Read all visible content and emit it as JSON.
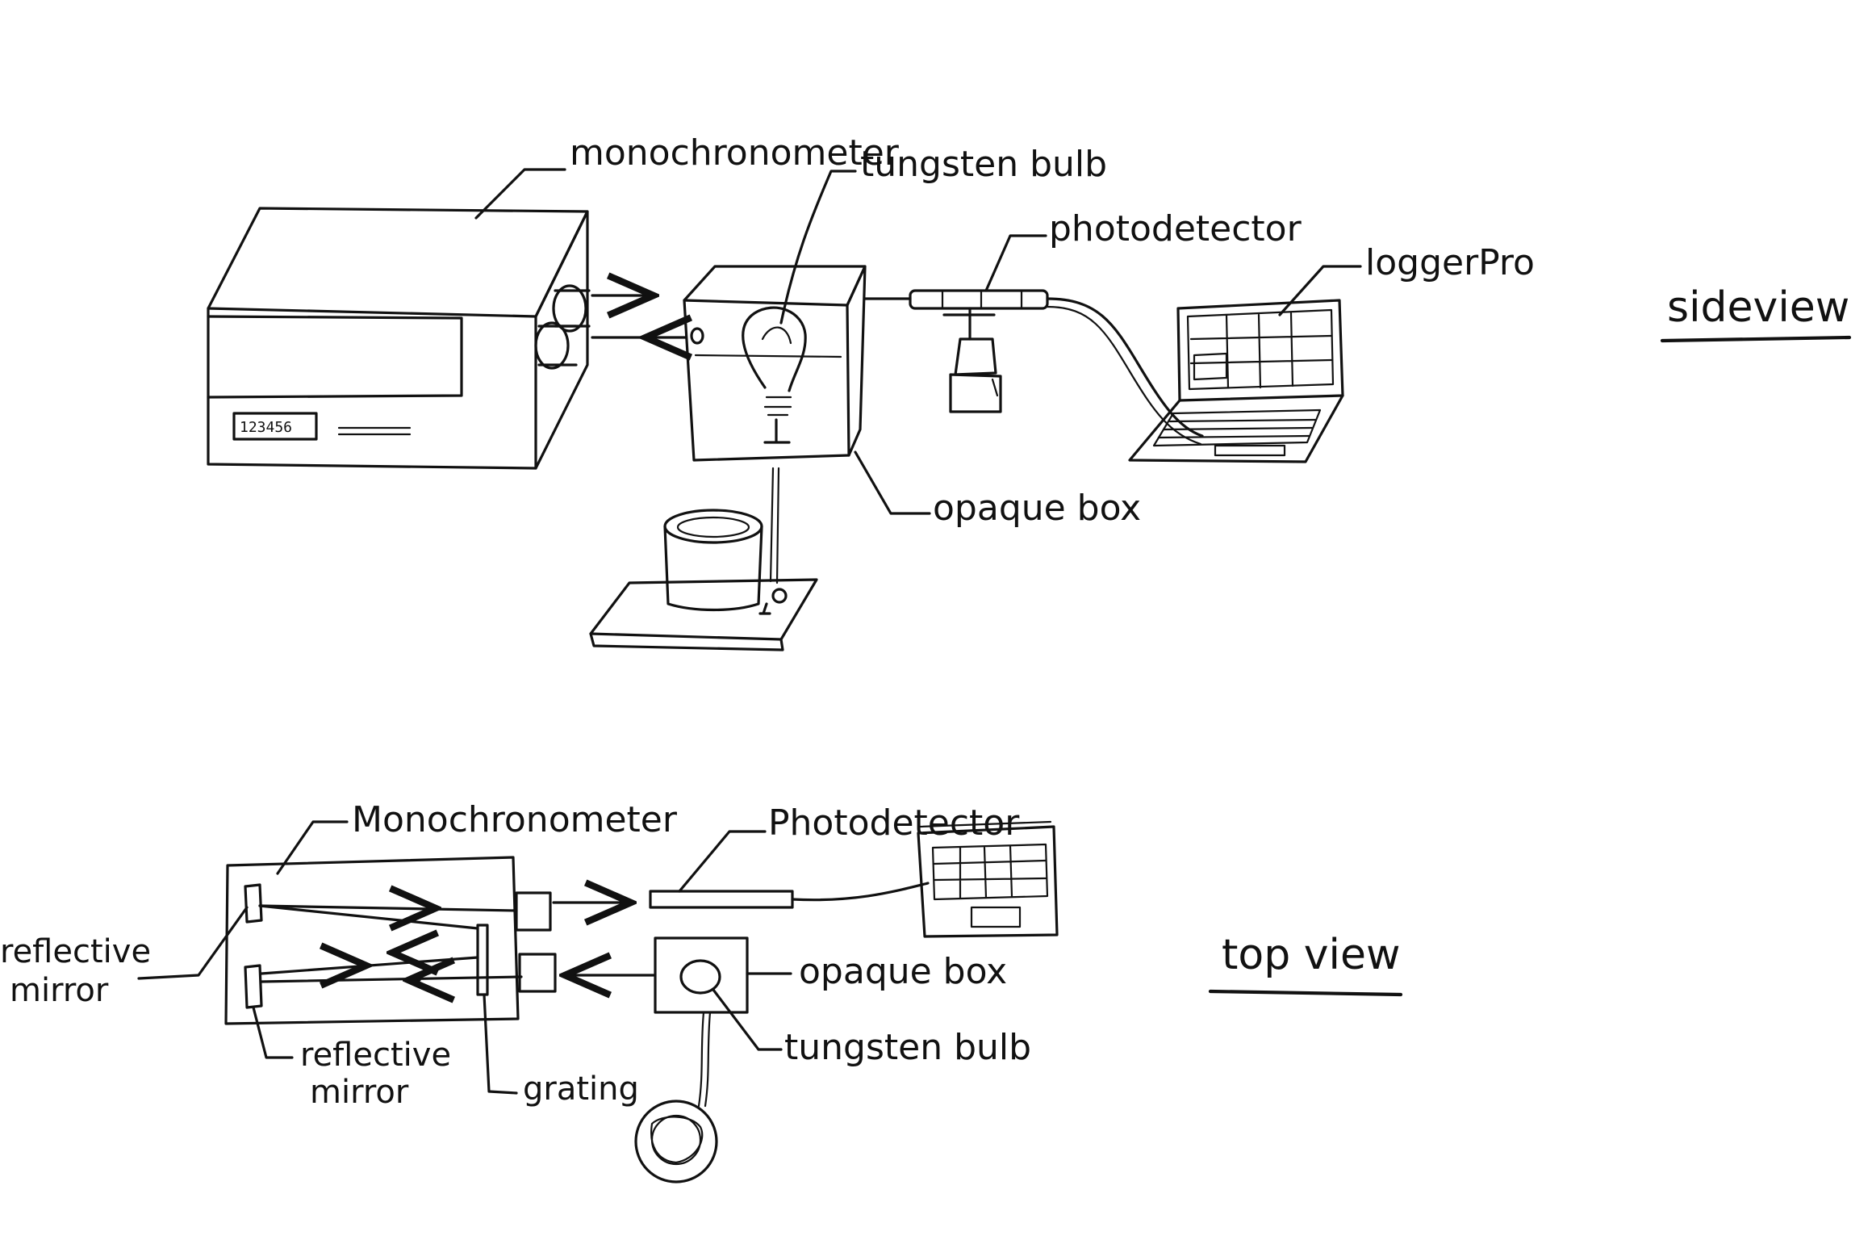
{
  "side_view": {
    "title": "sideview",
    "labels": {
      "monochromator": "monochronometer",
      "tungsten_bulb": "tungsten bulb",
      "photodetector": "photodetector",
      "logger": "loggerPro",
      "opaque_box": "opaque box"
    },
    "display_readout": "123456"
  },
  "top_view": {
    "title": "top view",
    "labels": {
      "monochromator": "Monochronometer",
      "photodetector": "Photodetector",
      "opaque_box": "opaque box",
      "tungsten_bulb": "tungsten bulb",
      "mirror_left_line1": "reflective",
      "mirror_left_line2": "mirror",
      "mirror_bottom_line1": "reflective",
      "mirror_bottom_line2": "mirror",
      "grating": "grating"
    }
  }
}
